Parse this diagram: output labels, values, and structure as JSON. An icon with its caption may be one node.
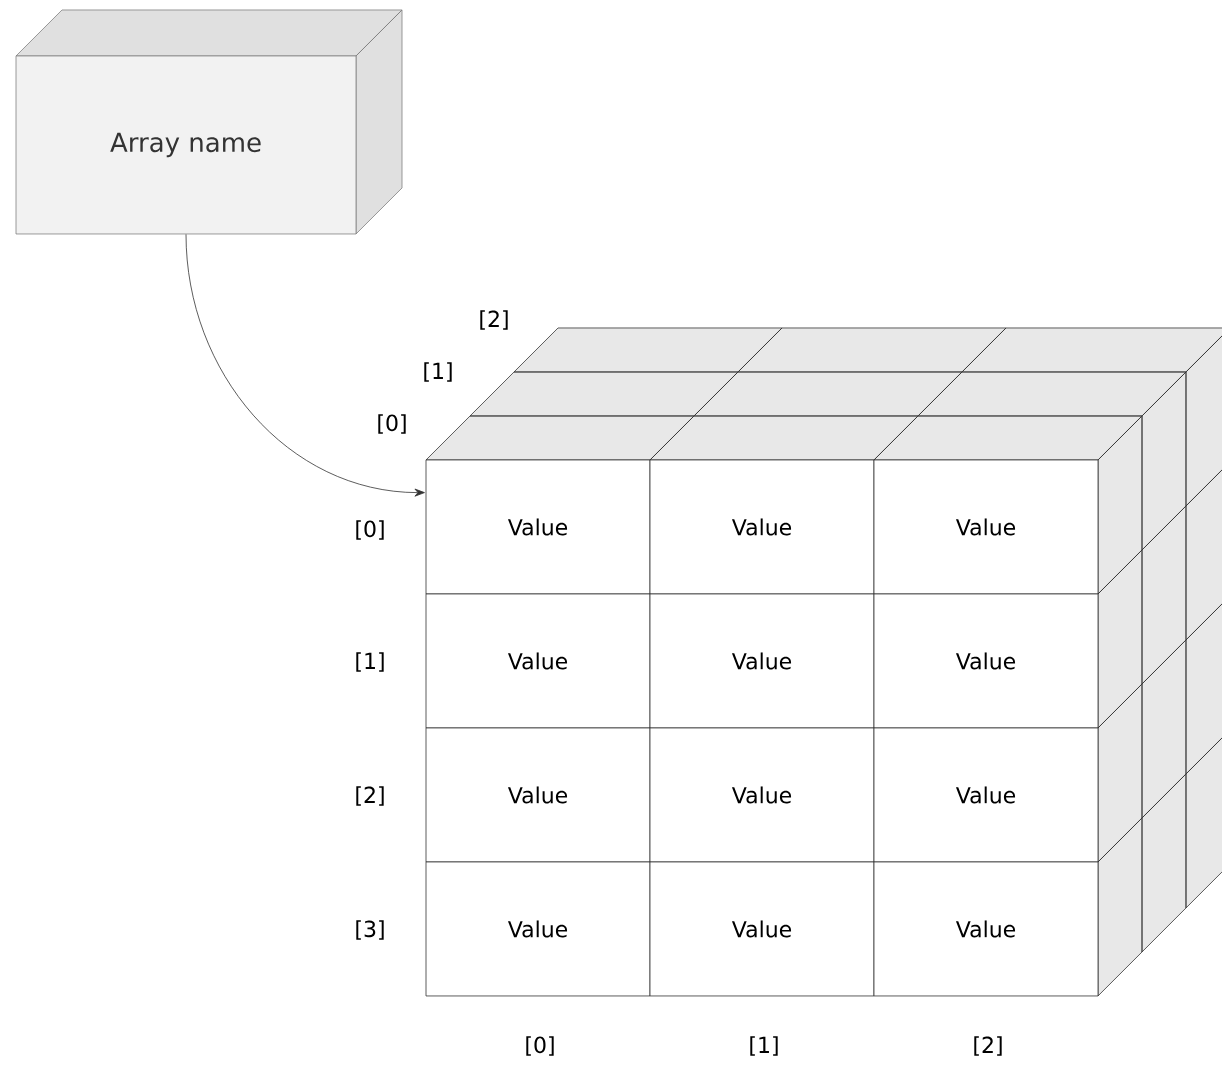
{
  "diagram": {
    "nodes": [
      {
        "text": [
          "Array name"
        ]
      },
      {
        "text": [
          "Value"
        ]
      },
      {
        "text": [
          "Value"
        ]
      },
      {
        "text": [
          "Value"
        ]
      },
      {
        "text": [
          "Value"
        ]
      },
      {
        "text": [
          "Value"
        ]
      },
      {
        "text": [
          "Value"
        ]
      },
      {
        "text": [
          "Value"
        ]
      },
      {
        "text": [
          "Value"
        ]
      },
      {
        "text": [
          "Value"
        ]
      },
      {
        "text": [
          "Value"
        ]
      },
      {
        "text": [
          "Value"
        ]
      },
      {
        "text": [
          "Value"
        ]
      }
    ],
    "edges": [
      {
        "from": 0,
        "to": 1,
        "arrow": "to"
      }
    ],
    "labels": [
      "[2]",
      "[1]",
      "[0]",
      "[0]",
      "[1]",
      "[2]",
      "[3]",
      "[0]",
      "[1]",
      "[2]"
    ]
  }
}
